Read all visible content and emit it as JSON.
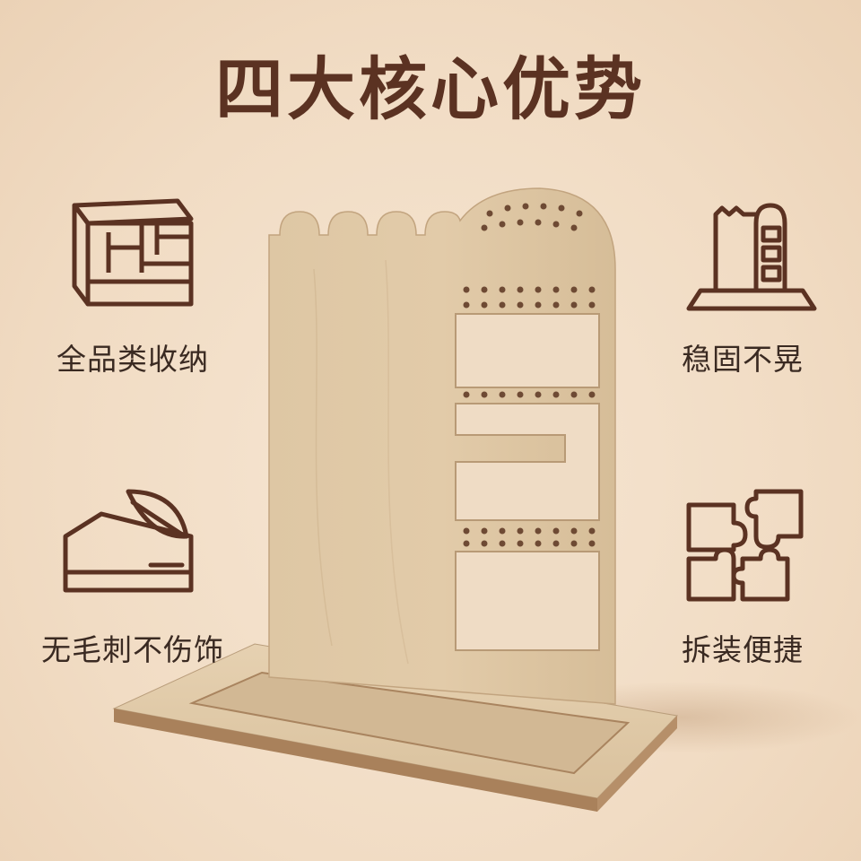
{
  "title": "四大核心优势",
  "features": [
    {
      "label": "全品类收纳",
      "icon": "storage-tray-icon"
    },
    {
      "label": "稳固不晃",
      "icon": "stable-stand-icon"
    },
    {
      "label": "无毛刺不伤饰",
      "icon": "feather-smooth-icon"
    },
    {
      "label": "拆装便捷",
      "icon": "puzzle-icon"
    }
  ],
  "colors": {
    "background": "#f1dcc4",
    "title": "#5b3222",
    "icon_stroke": "#5b3222",
    "label": "#3a2a22",
    "wood": "#dcc39f"
  }
}
